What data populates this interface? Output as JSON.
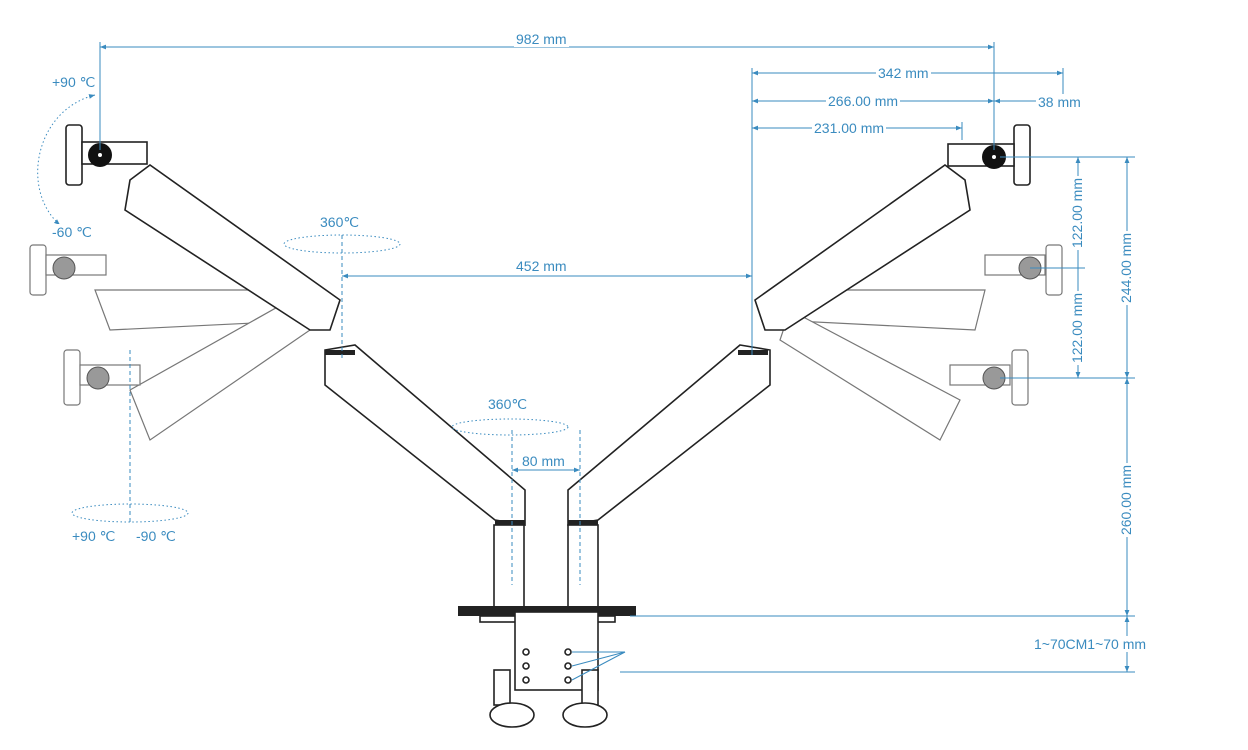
{
  "dimensions": {
    "overall_width": "982 mm",
    "right_span": "342 mm",
    "right_inner": "266.00 mm",
    "head_offset": "38 mm",
    "right_reach": "231.00 mm",
    "arm_gap": "452 mm",
    "pole_gap": "80 mm",
    "tilt_up": "122.00 mm",
    "tilt_down": "122.00 mm",
    "height_range": "244.00 mm",
    "pole_height": "260.00 mm",
    "clamp_range": "1~70CM1~70 mm"
  },
  "rotations": {
    "tilt_plus": "+90 ℃",
    "tilt_minus": "-60 ℃",
    "arm_swivel": "360℃",
    "base_swivel": "360℃",
    "pan_plus": "+90 ℃",
    "pan_minus": "-90  ℃"
  },
  "colors": {
    "dimension": "#3a8bbf",
    "outline": "#222222"
  }
}
